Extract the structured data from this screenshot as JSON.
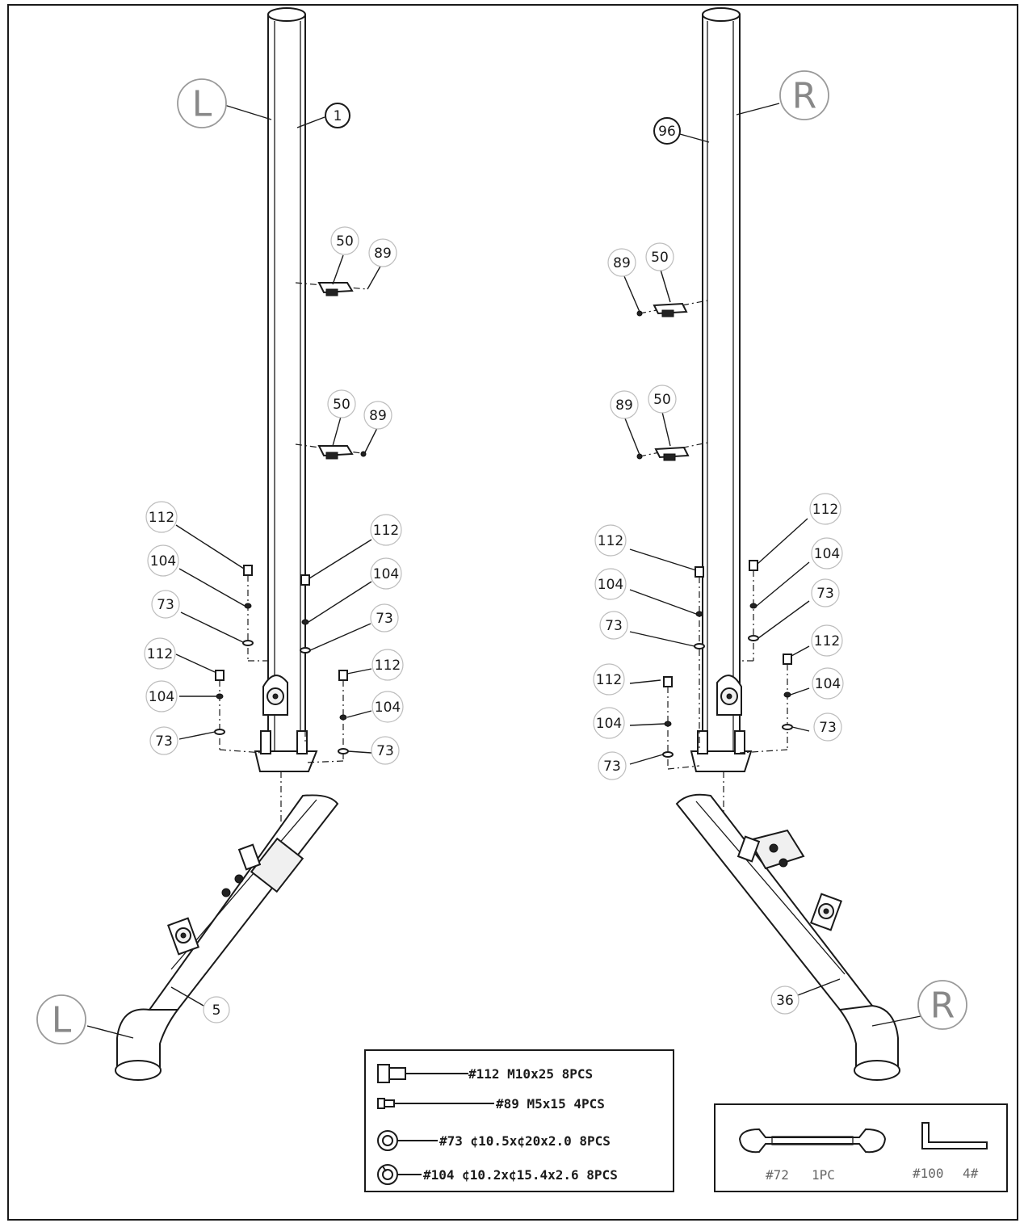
{
  "side_markers": {
    "left_top": "L",
    "right_top": "R",
    "left_bottom": "L",
    "right_bottom": "R"
  },
  "part_labels": {
    "p1": "1",
    "p96": "96",
    "p50": "50",
    "p89": "89",
    "p112": "112",
    "p104": "104",
    "p73": "73",
    "p5": "5",
    "p36": "36"
  },
  "hardware_legend": [
    {
      "text": "#112 M10x25 8PCS"
    },
    {
      "text": "#89 M5x15 4PCS"
    },
    {
      "text": "#73 ¢10.5x¢20x2.0  8PCS"
    },
    {
      "text": "#104 ¢10.2x¢15.4x2.6  8PCS"
    }
  ],
  "tools": {
    "wrench_id": "#72",
    "wrench_qty": "1PC",
    "allen_id": "#100",
    "allen_size": "4#"
  },
  "icons": [
    "bolt-icon",
    "screw-icon",
    "flat-washer-icon",
    "spring-washer-icon",
    "wrench-icon",
    "allen-key-icon"
  ]
}
